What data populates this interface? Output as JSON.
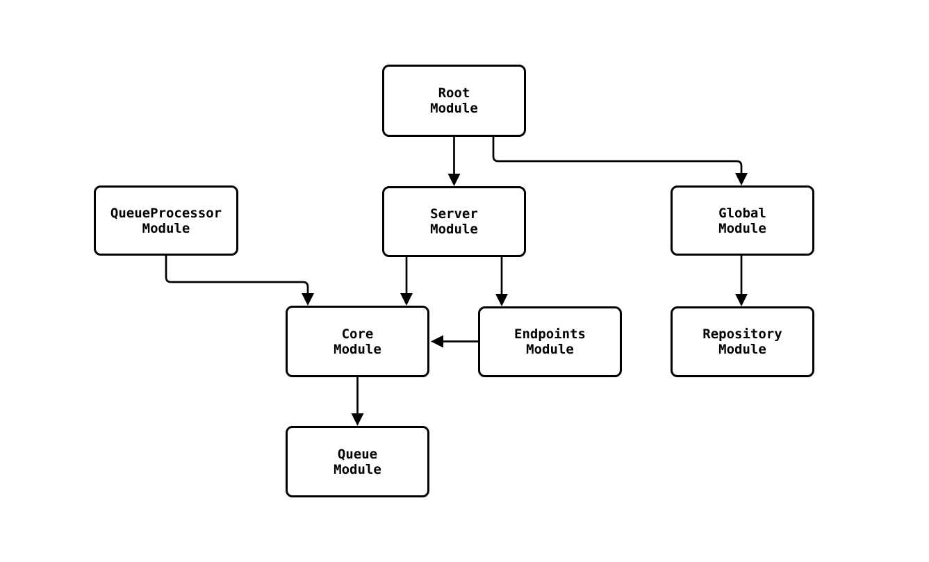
{
  "diagram": {
    "background_color": "#ffffff",
    "node_fill_color": "#ffffff",
    "node_border_color": "#000000",
    "edge_color": "#000000",
    "text_color": "#000000",
    "nodes": [
      {
        "id": "root",
        "label": "Root\nModule"
      },
      {
        "id": "queueprocessor",
        "label": "QueueProcessor\nModule"
      },
      {
        "id": "server",
        "label": "Server\nModule"
      },
      {
        "id": "global",
        "label": "Global\nModule"
      },
      {
        "id": "core",
        "label": "Core\nModule"
      },
      {
        "id": "endpoints",
        "label": "Endpoints\nModule"
      },
      {
        "id": "repository",
        "label": "Repository\nModule"
      },
      {
        "id": "queue",
        "label": "Queue\nModule"
      }
    ],
    "edges": [
      {
        "from": "Root Module",
        "to": "Server Module"
      },
      {
        "from": "Root Module",
        "to": "Global Module"
      },
      {
        "from": "QueueProcessor Module",
        "to": "Core Module"
      },
      {
        "from": "Server Module",
        "to": "Core Module"
      },
      {
        "from": "Server Module",
        "to": "Endpoints Module"
      },
      {
        "from": "Endpoints Module",
        "to": "Core Module"
      },
      {
        "from": "Global Module",
        "to": "Repository Module"
      },
      {
        "from": "Core Module",
        "to": "Queue Module"
      }
    ]
  }
}
